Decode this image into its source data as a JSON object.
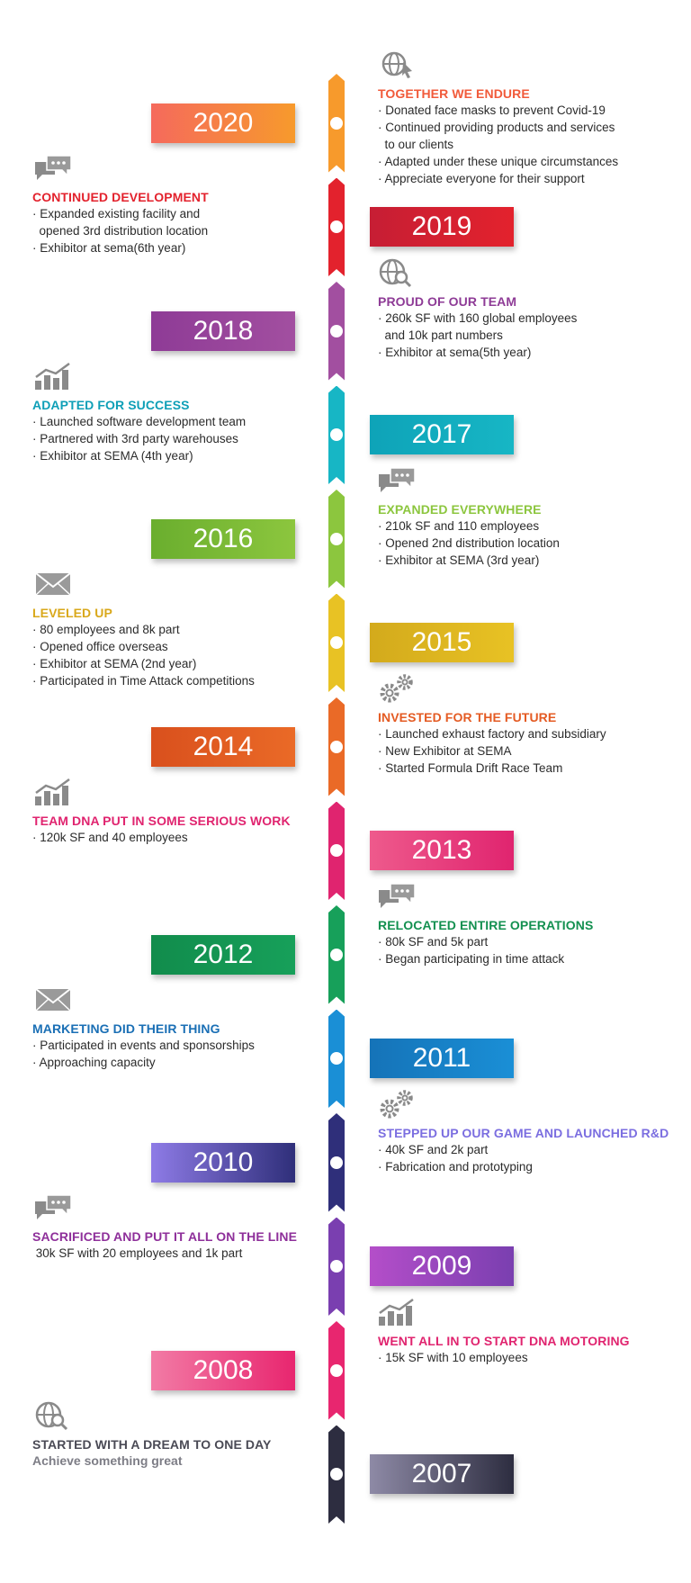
{
  "timeline": [
    {
      "year": "2020",
      "side": "right",
      "color": "#f79a2c",
      "color2": "#f56a5c",
      "title_color": "#f15a3a",
      "icon": "globe-cursor-icon",
      "title": "TOGETHER WE ENDURE",
      "items": [
        "· Donated face masks to prevent Covid-19",
        "· Continued providing products and services",
        "  to our clients",
        "· Adapted under these unique circumstances",
        "· Appreciate everyone for their support"
      ]
    },
    {
      "year": "2019",
      "side": "left",
      "color": "#e3222d",
      "color2": "#c61e34",
      "title_color": "#e3222d",
      "icon": "chat-bubbles-icon",
      "title": "CONTINUED DEVELOPMENT",
      "items": [
        "· Expanded existing facility and",
        "  opened 3rd distribution location",
        "· Exhibitor at sema(6th year)"
      ]
    },
    {
      "year": "2018",
      "side": "right",
      "color": "#a24fa0",
      "color2": "#8e3b96",
      "title_color": "#8e3b96",
      "icon": "globe-search-icon",
      "title": "PROUD OF OUR TEAM",
      "items": [
        "· 260k SF with 160 global employees",
        "  and 10k part numbers",
        "· Exhibitor at sema(5th year)"
      ]
    },
    {
      "year": "2017",
      "side": "left",
      "color": "#17b6c5",
      "color2": "#0ea3b8",
      "title_color": "#0e9fb7",
      "icon": "bar-chart-icon",
      "title": "ADAPTED FOR SUCCESS",
      "items": [
        "· Launched software development team",
        "· Partnered with 3rd party warehouses",
        "· Exhibitor at SEMA (4th year)"
      ]
    },
    {
      "year": "2016",
      "side": "right",
      "color": "#8cc63e",
      "color2": "#6aae2e",
      "title_color": "#8cc63e",
      "icon": "chat-bubbles-icon",
      "title": "EXPANDED EVERYWHERE",
      "items": [
        "· 210k SF and 110 employees",
        "· Opened 2nd distribution location",
        "· Exhibitor at SEMA (3rd year)"
      ]
    },
    {
      "year": "2015",
      "side": "left",
      "color": "#e8c224",
      "color2": "#d3aa1c",
      "title_color": "#d9a81b",
      "icon": "envelope-icon",
      "title": "LEVELED UP",
      "items": [
        "· 80 employees and 8k part",
        "· Opened office overseas",
        "· Exhibitor at SEMA (2nd year)",
        "· Participated in Time Attack competitions"
      ]
    },
    {
      "year": "2014",
      "side": "right",
      "color": "#ea6a27",
      "color2": "#d9501d",
      "title_color": "#e45b23",
      "icon": "gears-icon",
      "title": "INVESTED FOR THE FUTURE",
      "items": [
        "· Launched exhaust factory and subsidiary",
        "· New Exhibitor at SEMA",
        "· Started Formula Drift Race Team"
      ]
    },
    {
      "year": "2013",
      "side": "left",
      "color": "#e0246f",
      "color2": "#ee5a8c",
      "title_color": "#e0246f",
      "icon": "bar-chart-icon",
      "title": "TEAM DNA PUT IN SOME SERIOUS WORK",
      "items": [
        "· 120k SF and 40 employees"
      ]
    },
    {
      "year": "2012",
      "side": "right",
      "color": "#17a05a",
      "color2": "#118c4c",
      "title_color": "#139050",
      "icon": "chat-bubbles-icon",
      "title": "RELOCATED ENTIRE OPERATIONS",
      "items": [
        "· 80k SF and 5k part",
        "· Began participating in time attack"
      ]
    },
    {
      "year": "2011",
      "side": "left",
      "color": "#1a8fd6",
      "color2": "#1573b8",
      "title_color": "#1a6fb5",
      "icon": "envelope-icon",
      "title": "MARKETING DID THEIR THING",
      "items": [
        "· Participated in events and sponsorships",
        "· Approaching capacity"
      ]
    },
    {
      "year": "2010",
      "side": "right",
      "color": "#2f2f7a",
      "color2": "#8e7be6",
      "title_color": "#7b6ee0",
      "icon": "gears-icon",
      "title": "STEPPED UP OUR GAME AND LAUNCHED R&D",
      "items": [
        "· 40k SF and 2k part",
        "· Fabrication and prototyping"
      ]
    },
    {
      "year": "2009",
      "side": "left",
      "color": "#7a3fb0",
      "color2": "#b44ec9",
      "title_color": "#8e2f9a",
      "icon": "chat-bubbles-icon",
      "title": "SACRIFICED AND PUT IT ALL ON THE LINE",
      "items": [
        " 30k SF with 20 employees and 1k part"
      ]
    },
    {
      "year": "2008",
      "side": "right",
      "color": "#e8266f",
      "color2": "#f27ba5",
      "title_color": "#e0246f",
      "icon": "bar-chart-icon",
      "title": "WENT ALL IN TO START DNA MOTORING",
      "items": [
        "· 15k SF with 10 employees"
      ]
    },
    {
      "year": "2007",
      "side": "left",
      "color": "#2d2d40",
      "color2": "#8e8aa6",
      "title_color": "#4a4a55",
      "icon": "globe-search-icon",
      "title": "STARTED WITH A DREAM TO ONE DAY",
      "subtitle": "Achieve something great",
      "items": []
    }
  ]
}
